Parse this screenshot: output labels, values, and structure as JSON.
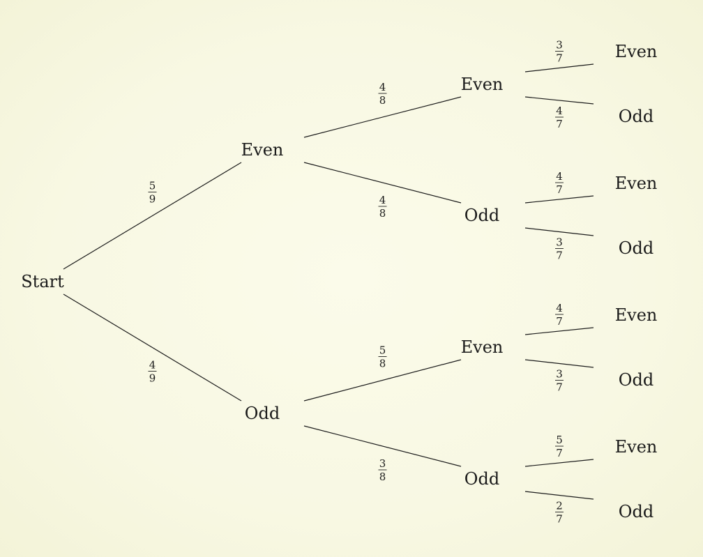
{
  "nodes": [
    {
      "id": "start",
      "label": "Start"
    },
    {
      "id": "e1",
      "label": "Even"
    },
    {
      "id": "o1",
      "label": "Odd"
    },
    {
      "id": "e1e2",
      "label": "Even"
    },
    {
      "id": "e1o2",
      "label": "Odd"
    },
    {
      "id": "o1e2",
      "label": "Even"
    },
    {
      "id": "o1o2",
      "label": "Odd"
    },
    {
      "id": "e1e2e3",
      "label": "Even"
    },
    {
      "id": "e1e2o3",
      "label": "Odd"
    },
    {
      "id": "e1o2e3",
      "label": "Even"
    },
    {
      "id": "e1o2o3",
      "label": "Odd"
    },
    {
      "id": "o1e2e3",
      "label": "Even"
    },
    {
      "id": "o1e2o3",
      "label": "Odd"
    },
    {
      "id": "o1o2e3",
      "label": "Even"
    },
    {
      "id": "o1o2o3",
      "label": "Odd"
    }
  ],
  "edges": [
    {
      "from": "start",
      "to": "e1",
      "num": "5",
      "den": "9"
    },
    {
      "from": "start",
      "to": "o1",
      "num": "4",
      "den": "9"
    },
    {
      "from": "e1",
      "to": "e1e2",
      "num": "4",
      "den": "8"
    },
    {
      "from": "e1",
      "to": "e1o2",
      "num": "4",
      "den": "8"
    },
    {
      "from": "o1",
      "to": "o1e2",
      "num": "5",
      "den": "8"
    },
    {
      "from": "o1",
      "to": "o1o2",
      "num": "3",
      "den": "8"
    },
    {
      "from": "e1e2",
      "to": "e1e2e3",
      "num": "3",
      "den": "7"
    },
    {
      "from": "e1e2",
      "to": "e1e2o3",
      "num": "4",
      "den": "7"
    },
    {
      "from": "e1o2",
      "to": "e1o2e3",
      "num": "4",
      "den": "7"
    },
    {
      "from": "e1o2",
      "to": "e1o2o3",
      "num": "3",
      "den": "7"
    },
    {
      "from": "o1e2",
      "to": "o1e2e3",
      "num": "4",
      "den": "7"
    },
    {
      "from": "o1e2",
      "to": "o1e2o3",
      "num": "3",
      "den": "7"
    },
    {
      "from": "o1o2",
      "to": "o1o2e3",
      "num": "5",
      "den": "7"
    },
    {
      "from": "o1o2",
      "to": "o1o2o3",
      "num": "2",
      "den": "7"
    }
  ]
}
